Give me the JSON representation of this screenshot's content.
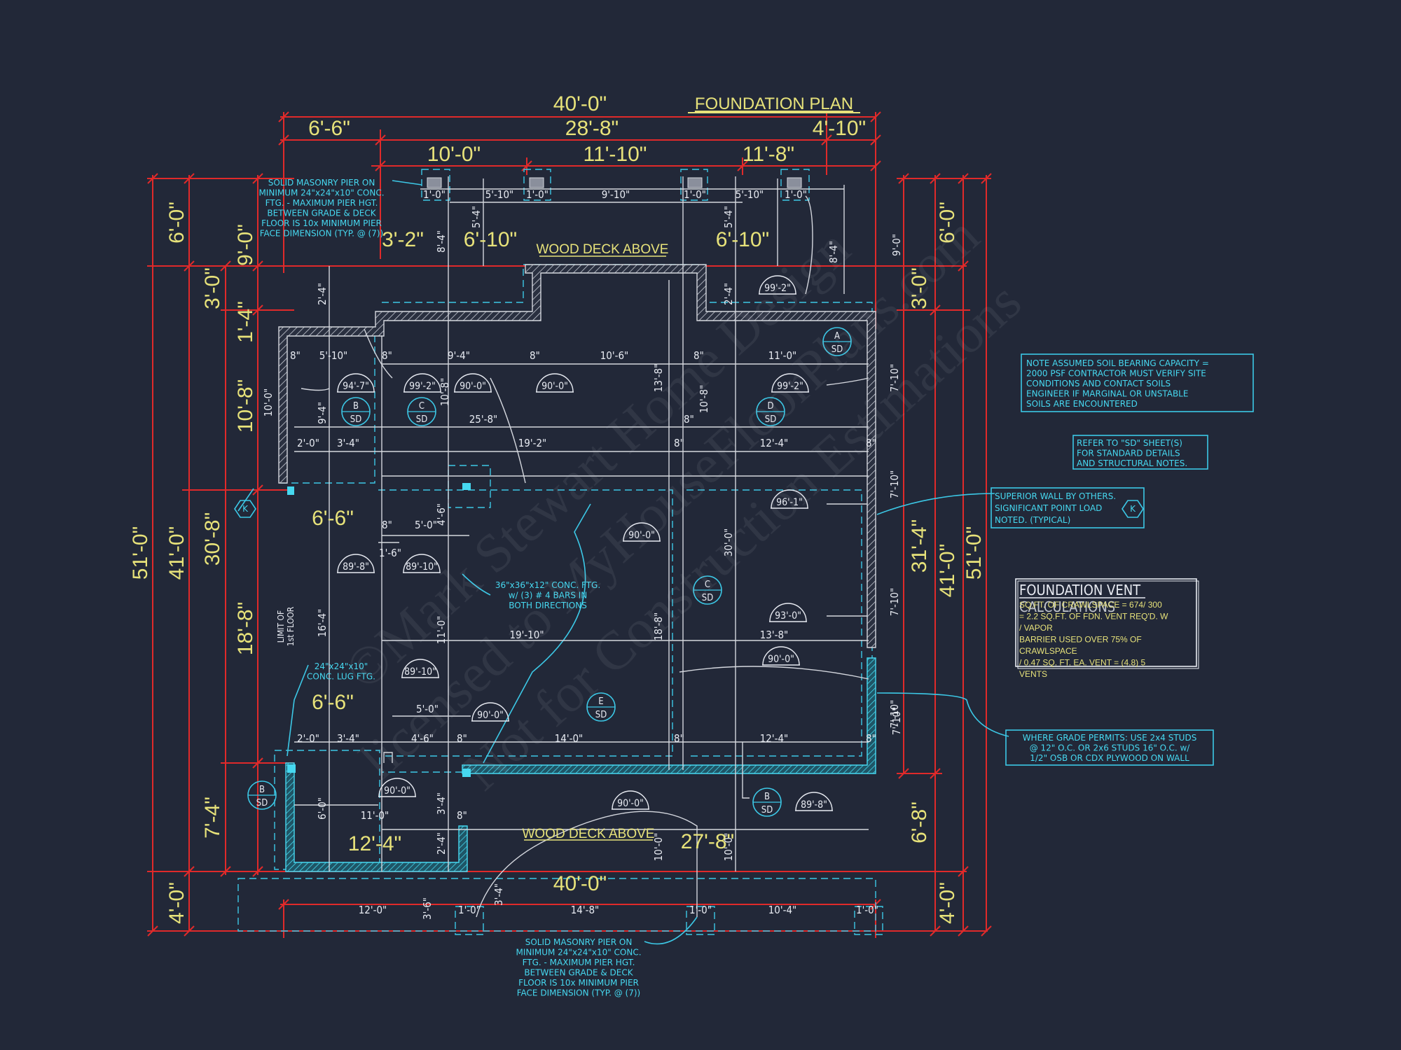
{
  "title": "FOUNDATION PLAN",
  "colors": {
    "background": "#222838",
    "dimension": "#e02a2a",
    "text_yellow": "#e7e27a",
    "text_cyan": "#46d8f0",
    "wall": "#d4d7de"
  },
  "dims": {
    "overall_width_top": "40'-0\"",
    "top_28_8": "28'-8\"",
    "top_6_6": "6'-6\"",
    "top_4_10": "4'-10\"",
    "top_10_0": "10'-0\"",
    "top_11_10": "11'-10\"",
    "top_11_8": "11'-8\"",
    "left_51_0": "51'-0\"",
    "left_41_0": "41'-0\"",
    "left_30_8": "30'-8\"",
    "left_6_0": "6'-0\"",
    "left_3_0": "3'-0\"",
    "left_9_0": "9'-0\"",
    "left_1_4": "1'-4\"",
    "left_10_8": "10'-8\"",
    "left_18_8": "18'-8\"",
    "left_7_4": "7'-4\"",
    "left_4_0": "4'-0\"",
    "right_6_0": "6'-0\"",
    "right_3_0": "3'-0\"",
    "right_51_0": "51'-0\"",
    "right_41_0": "41'-0\"",
    "right_31_4": "31'-4\"",
    "right_6_8": "6'-8\"",
    "right_4_0": "4'-0\"",
    "bottom_40_0": "40'-0\"",
    "mid_27_8": "27'-8\"",
    "mid_3_2": "3'-2\"",
    "mid_6_10a": "6'-10\"",
    "mid_6_10b": "6'-10\"",
    "mid_6_6a": "6'-6\"",
    "mid_6_6b": "6'-6\"",
    "mid_12_4": "12'-4\""
  },
  "small_dims": {
    "pier_1_0": "1'-0\"",
    "d5_10": "5'-10\"",
    "d9_10": "9'-10\"",
    "d9_4": "9'-4\"",
    "d10_6": "10'-6\"",
    "d11_0": "11'-0\"",
    "d25_8": "25'-8\"",
    "d19_2": "19'-2\"",
    "d12_4": "12'-4\"",
    "d2_0": "2'-0\"",
    "d3_4": "3'-4\"",
    "d5_0": "5'-0\"",
    "d1_6": "1'-6\"",
    "d19_10": "19'-10\"",
    "d13_8": "13'-8\"",
    "d14_0": "14'-0\"",
    "d4_6": "4'-6\"",
    "d12_0": "12'-0\"",
    "d14_8": "14'-8\"",
    "d10_4": "10'-4\"",
    "d7_10": "7'-10\"",
    "d30_0": "30'-0\"",
    "d10_8": "10'-8\"",
    "d16_4": "16'-4\"",
    "d18_8": "18'-8\"",
    "d10_0": "10'-0\"",
    "d8_4": "8'-4\"",
    "d5_4": "5'-4\"",
    "d6_0": "6'-0\"",
    "d2_4": "2'-4\"",
    "d3_6": "3'-6\"",
    "d8": "8\"",
    "d9_0": "9'-0\""
  },
  "labels": {
    "wood_deck_top": "WOOD DECK ABOVE",
    "wood_deck_bottom": "WOOD DECK ABOVE",
    "limit_line1": "LIMIT OF",
    "limit_line2": "1st FLOOR"
  },
  "angles": [
    "99'-2\"",
    "94'-7\"",
    "99'-2\"",
    "90'-0\"",
    "90'-0\"",
    "99'-2\"",
    "96'-1\"",
    "90'-0\"",
    "89'-8\"",
    "89'-10\"",
    "93'-0\"",
    "90'-0\"",
    "89'-10\"",
    "90'-0\"",
    "90'-0\"",
    "90'-0\"",
    "89'-8\""
  ],
  "section_tags": [
    {
      "letter": "A",
      "sheet": "SD"
    },
    {
      "letter": "B",
      "sheet": "SD"
    },
    {
      "letter": "C",
      "sheet": "SD"
    },
    {
      "letter": "D",
      "sheet": "SD"
    },
    {
      "letter": "C",
      "sheet": "SD"
    },
    {
      "letter": "E",
      "sheet": "SD"
    },
    {
      "letter": "B",
      "sheet": "SD"
    },
    {
      "letter": "B",
      "sheet": "SD"
    }
  ],
  "hex_tag": "K",
  "notes": {
    "pier_top": [
      "SOLID MASONRY PIER ON",
      "MINIMUM 24\"x24\"x10\" CONC.",
      "FTG. - MAXIMUM PIER HGT.",
      "BETWEEN GRADE & DECK",
      "FLOOR IS 10x MINIMUM PIER",
      "FACE DIMENSION (TYP. @ (7))"
    ],
    "pier_bottom": [
      "SOLID MASONRY PIER ON",
      "MINIMUM 24\"x24\"x10\" CONC.",
      "FTG. - MAXIMUM PIER HGT.",
      "BETWEEN GRADE & DECK",
      "FLOOR IS 10x MINIMUM PIER",
      "FACE DIMENSION (TYP. @ (7))"
    ],
    "soil": [
      "NOTE ASSUMED SOIL BEARING CAPACITY =",
      "2000 PSF CONTRACTOR MUST VERIFY SITE",
      "CONDITIONS AND CONTACT SOILS",
      "ENGINEER IF MARGINAL OR UNSTABLE",
      "SOILS ARE ENCOUNTERED"
    ],
    "refer": [
      "REFER TO \"SD\" SHEET(S)",
      "FOR STANDARD DETAILS",
      "AND STRUCTURAL NOTES."
    ],
    "superior": [
      "SUPERIOR WALL BY OTHERS.",
      "SIGNIFICANT POINT LOAD",
      "NOTED. (TYPICAL)"
    ],
    "conc_ftg": [
      "36\"x36\"x12\" CONC. FTG.",
      "w/ (3) # 4 BARS IN",
      "BOTH DIRECTIONS"
    ],
    "lug_ftg": [
      "24\"x24\"x10\"",
      "CONC. LUG FTG."
    ],
    "grade": [
      "WHERE GRADE PERMITS: USE 2x4 STUDS",
      "@ 12\" O.C. OR 2x6 STUDS 16\" O.C. w/",
      "1/2\" OSB OR CDX PLYWOOD ON WALL"
    ]
  },
  "vent": {
    "title": "FOUNDATION VENT",
    "subtitle": "CALCULATIONS",
    "lines": [
      "SQ.FT. OF CRAWLSPACE = 674/ 300",
      "= 2.2 SQ.FT. OF FDN. VENT REQ'D. W",
      "/ VAPOR",
      "BARRIER USED OVER 75% OF",
      "CRAWLSPACE",
      "/ 0.47 SQ. FT. EA. VENT = (4.8) 5",
      "VENTS"
    ]
  },
  "watermark": [
    "©Mark Stewart Home Design",
    "licensed to MyHouseFloorPlans.com",
    "Not for Construction Estimations"
  ]
}
